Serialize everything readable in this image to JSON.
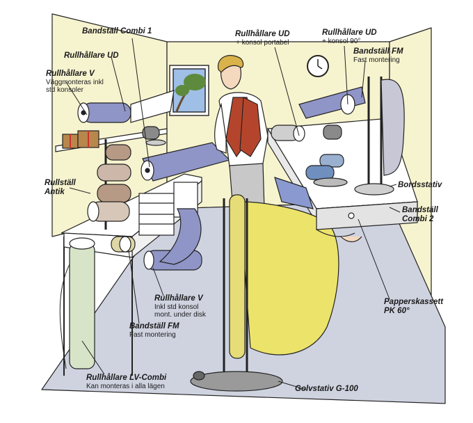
{
  "labels": {
    "bandstall_combi_1": {
      "title": "Bandställ Combi 1"
    },
    "rullhallare_ud_portabel": {
      "title": "Rullhållare UD",
      "sub": "+ konsol portabel"
    },
    "rullhallare_ud_90": {
      "title": "Rullhållare UD",
      "sub": "+ konsol 90°"
    },
    "rullhallare_ud_left": {
      "title": "Rullhållare UD"
    },
    "bandstall_fm_top": {
      "title": "Bandställ FM",
      "sub": "Fast montering"
    },
    "rullhallare_v_top": {
      "title": "Rullhållare V",
      "sub1": "Väggmonteras inkl",
      "sub2": "std konsoler"
    },
    "rullstall_antik": {
      "title1": "Rullställ",
      "title2": "Antik"
    },
    "bordsstativ": {
      "title": "Bordsstativ"
    },
    "bandstall_combi_2": {
      "title1": "Bandställ",
      "title2": "Combi 2"
    },
    "papperskassett": {
      "title1": "Papperskassett",
      "title2": "PK 60°"
    },
    "rullhallare_v_bottom": {
      "title": "Rullhållare V",
      "sub1": "Inkl std konsol",
      "sub2": "mont. under disk"
    },
    "bandstall_fm_bottom": {
      "title": "Bandställ FM",
      "sub": "Fast montering"
    },
    "rullhallare_lv_combi": {
      "title": "Rullhållare LV-Combi",
      "sub": "Kan monteras i alla lägen"
    },
    "golvstativ": {
      "title": "Golvstativ G-100"
    }
  },
  "colors": {
    "wall": "#f6f3cf",
    "floor": "#cfd3e0",
    "counter": "#ffffff",
    "paper_blue": "#8f95c6",
    "paper_yellow": "#ece36a",
    "vest": "#b4452c",
    "hair": "#d9b24a",
    "window_sky": "#9fbfe6",
    "tree": "#5d8a3c",
    "gift_brown": "#b8874c",
    "metal": "#555555"
  }
}
